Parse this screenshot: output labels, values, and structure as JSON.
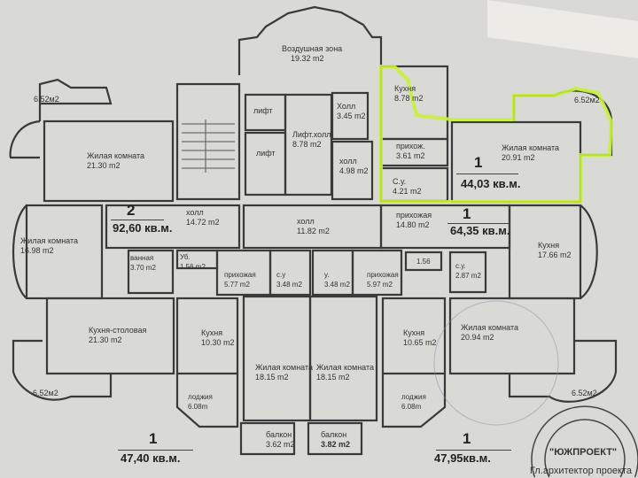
{
  "rooms": {
    "air_zone": {
      "name": "Воздушная зона",
      "area": "19.32  m2"
    },
    "living_tl": {
      "name": "Жилая комната",
      "area": "21.30  m2"
    },
    "balcony_tl": {
      "area": "6.52м2"
    },
    "lift1": {
      "name": "лифт"
    },
    "lift2": {
      "name": "лифт"
    },
    "lift_hall": {
      "name": "Лифт.холл",
      "area": "8.78  m2"
    },
    "hall_345": {
      "name": "Холл",
      "area": "3.45  m2"
    },
    "hall_498": {
      "name": "холл",
      "area": "4.98  m2"
    },
    "kitchen_878": {
      "name": "Кухня",
      "area": "8.78  m2"
    },
    "hallway_361": {
      "name": "прихож.",
      "area": "3.61  m2"
    },
    "wc_421": {
      "name": "С.у.",
      "area": "4.21  m2"
    },
    "living_2091": {
      "name": "Жилая комната",
      "area": "20.91  m2"
    },
    "balcony_tr": {
      "area": "6.52м2"
    },
    "hall_1472": {
      "name": "холл",
      "area": "14.72  m2"
    },
    "hall_1182": {
      "name": "холл",
      "area": "11.82  m2"
    },
    "living_1698": {
      "name": "Жилая комната",
      "area": "16.98  m2"
    },
    "hallway_1480": {
      "name": "прихожая",
      "area": "14.80  m2"
    },
    "kitchen_1766": {
      "name": "Кухня",
      "area": "17.66  m2"
    },
    "bath_370": {
      "name": "ванная",
      "area": "3.70  m2"
    },
    "wc_156a": {
      "name": "Уб.",
      "area": "1.56  m2"
    },
    "hallway_577": {
      "name": "прихожая",
      "area": "5.77  m2"
    },
    "wc_348a": {
      "name": "с.у",
      "area": "3.48  m2"
    },
    "wc_348b": {
      "name": "у.",
      "area": "3.48  m2"
    },
    "hallway_597": {
      "name": "прихожая",
      "area": "5.97  m2"
    },
    "wc_156b": {
      "area": "1.56"
    },
    "wc_287": {
      "name": "с.у.",
      "area": "2.87  m2"
    },
    "kitchen_dining": {
      "name": "Кухня-столовая",
      "area": "21.30  m2"
    },
    "kitchen_1030": {
      "name": "Кухня",
      "area": "10.30  m2"
    },
    "living_1815a": {
      "name": "Жилая комната",
      "area": "18.15  m2"
    },
    "living_1815b": {
      "name": "Жилая комната",
      "area": "18.15  m2"
    },
    "kitchen_1065": {
      "name": "Кухня",
      "area": "10.65  m2"
    },
    "living_2094": {
      "name": "Жилая комната",
      "area": "20.94  m2"
    },
    "balcony_bl": {
      "area": "6.52м2"
    },
    "balcony_br": {
      "area": "6.52м2"
    },
    "loggia_l": {
      "name": "лоджия",
      "area": "6.08m"
    },
    "loggia_r": {
      "name": "лоджия",
      "area": "6.08m"
    },
    "balcony_362": {
      "name": "балкон",
      "area": "3.62  m2"
    },
    "balcony_382": {
      "name": "балкон",
      "area": "3.82  m2"
    }
  },
  "apartments": [
    {
      "rooms": "1",
      "area": "44,03 кв.м.",
      "highlighted": true
    },
    {
      "rooms": "2",
      "area": "92,60 кв.м."
    },
    {
      "rooms": "1",
      "area": "64,35 кв.м."
    },
    {
      "rooms": "1",
      "area": "47,40 кв.м."
    },
    {
      "rooms": "1",
      "area": "47,95кв.м."
    }
  ],
  "stamp": {
    "org": "\"ЮЖПРОЕКТ\""
  },
  "footer": {
    "chief_architect": "Гл.архитектор проекта"
  },
  "colors": {
    "highlight": "#c8f03c",
    "wall": "#3a3a3a",
    "paper": "#d9d9d6"
  }
}
